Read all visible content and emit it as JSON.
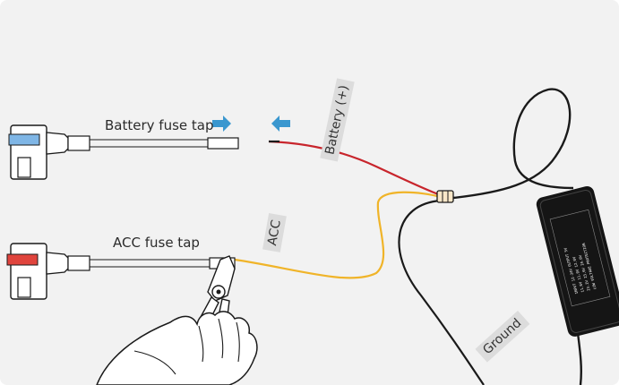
{
  "labels": {
    "battery_fuse_tap": "Battery fuse tap",
    "acc_fuse_tap": "ACC fuse tap",
    "battery_wire": "Battery (+)",
    "acc_wire": "ACC",
    "ground_wire": "Ground"
  },
  "colors": {
    "battery_wire": "#c8252c",
    "acc_wire": "#f0b429",
    "ground_wire": "#1a1a1a",
    "arrow": "#3a97cf",
    "battery_fuse": "#7fb6e6",
    "acc_fuse": "#e0443d",
    "module": "#151515",
    "background": "#f2f2f2"
  },
  "icons": {
    "arrow_right": "arrow-right-icon",
    "arrow_left": "arrow-left-icon",
    "crimp_tool": "crimping-pliers-icon",
    "hand": "hand-icon"
  }
}
